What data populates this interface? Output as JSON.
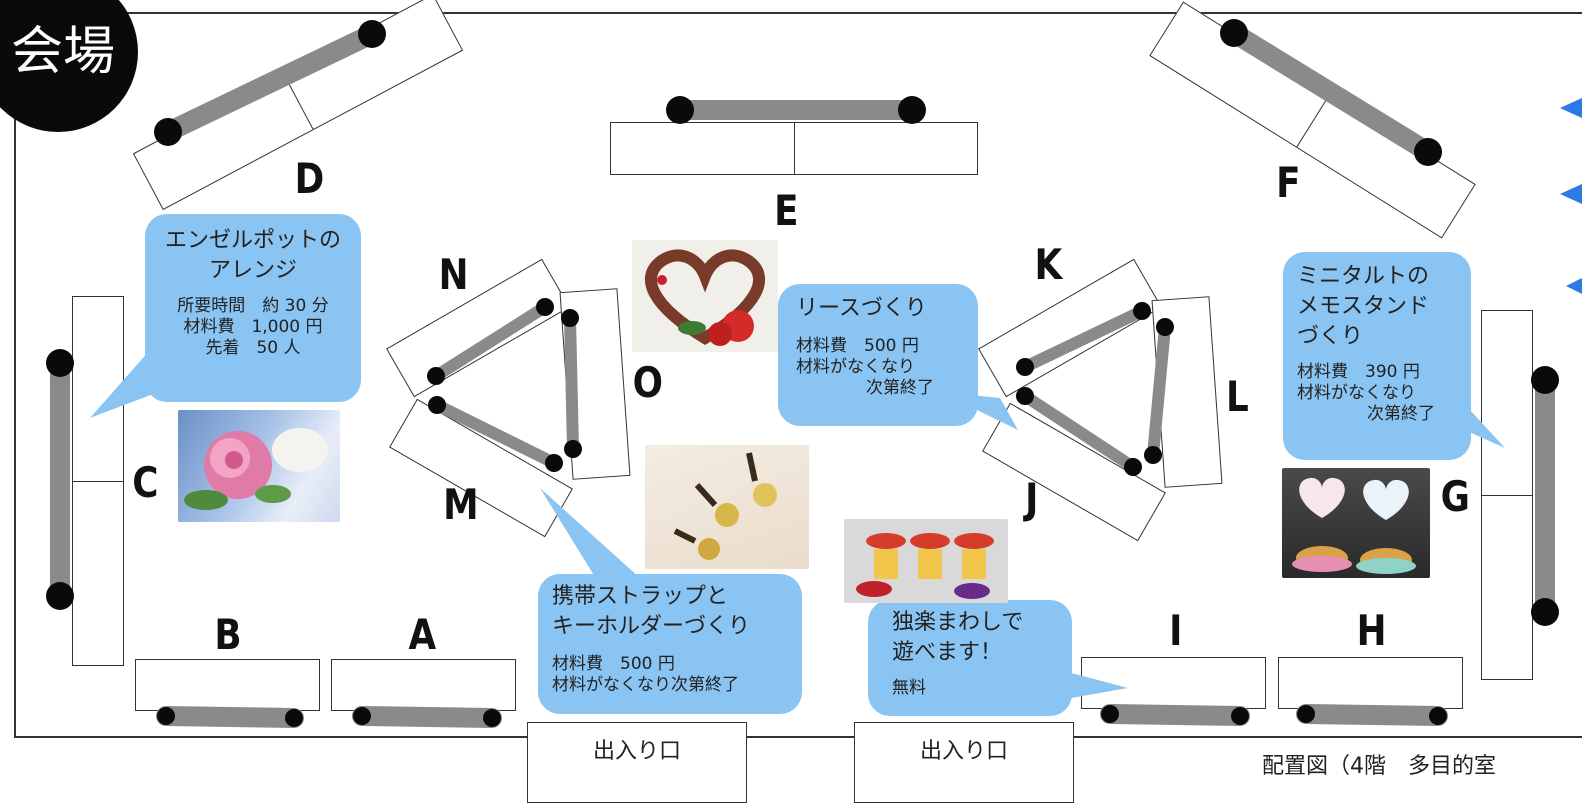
{
  "venue_label": "会場",
  "booth_letters": {
    "a": "A",
    "b": "B",
    "c": "C",
    "d": "D",
    "e": "E",
    "f": "F",
    "g": "G",
    "h": "H",
    "i": "I",
    "j": "J",
    "k": "K",
    "l": "L",
    "m": "M",
    "n": "N",
    "o": "O"
  },
  "bubbles": {
    "angel_pot": {
      "title_1": "エンゼルポットの",
      "title_2": "アレンジ",
      "line_1": "所要時間　約 30 分",
      "line_2": "材料費　1,000 円",
      "line_3": "先着　50 人"
    },
    "wreath": {
      "title": "リースづくり",
      "line_1": "材料費　500 円",
      "line_2": "材料がなくなり",
      "line_3": "次第終了"
    },
    "tart": {
      "title_1": "ミニタルトの",
      "title_2": "メモスタンド",
      "title_3": "づくり",
      "line_1": "材料費　390 円",
      "line_2": "材料がなくなり",
      "line_3": "次第終了"
    },
    "strap": {
      "title_1": "携帯ストラップと",
      "title_2": "キーホルダーづくり",
      "line_1": "材料費　500 円",
      "line_2": "材料がなくなり次第終了"
    },
    "spinning_top": {
      "title_1": "独楽まわしで",
      "title_2": "遊べます！",
      "line_1": "無料"
    }
  },
  "entrances": [
    "出入り口",
    "出入り口"
  ],
  "floor_caption": "配置図（4階　多目的室",
  "colors": {
    "bubble": "#8ac4f2",
    "table_bar": "#8a8a8a",
    "dot": "#0a0a0a",
    "arrow": "#2c7be5"
  },
  "photos": [
    "rose-flower-photo",
    "heart-wreath-photo",
    "keychain-strap-photo",
    "spinning-top-photo",
    "tart-memo-stand-photo"
  ]
}
